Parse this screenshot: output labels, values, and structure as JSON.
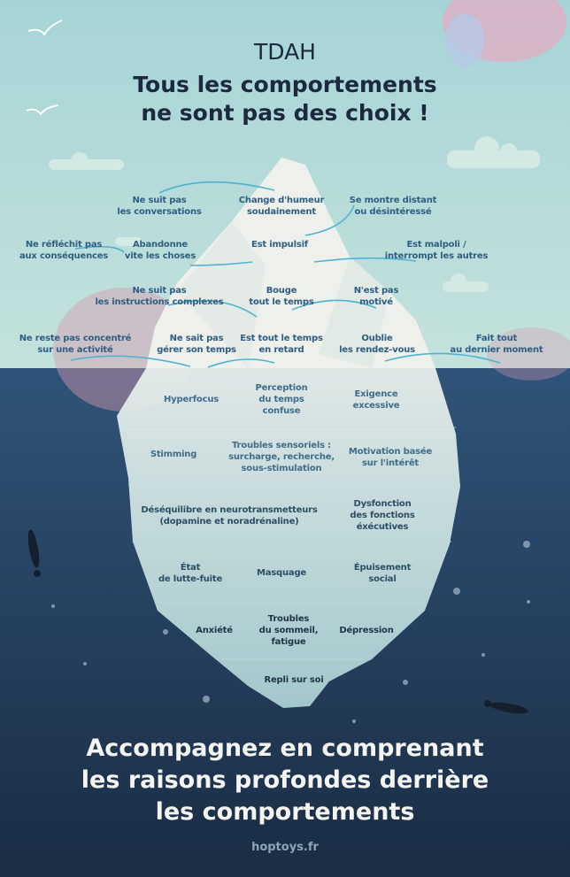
{
  "header": {
    "kicker": "TDAH",
    "title": "Tous les comportements\nne sont pas des choix !"
  },
  "visible_behaviours": [
    {
      "text": "Ne suit pas\nles conversations"
    },
    {
      "text": "Change d'humeur\nsoudainement"
    },
    {
      "text": "Se montre distant\nou désintéressé"
    },
    {
      "text": "Ne réfléchit pas\naux conséquences"
    },
    {
      "text": "Abandonne\nvite les choses"
    },
    {
      "text": "Est impulsif"
    },
    {
      "text": "Est malpoli /\ninterrompt les autres"
    },
    {
      "text": "Ne suit pas\nles instructions complexes"
    },
    {
      "text": "Bouge\ntout le temps"
    },
    {
      "text": "N'est pas\nmotivé"
    },
    {
      "text": "Ne reste pas concentré\nsur une activité"
    },
    {
      "text": "Ne sait pas\ngérer son temps"
    },
    {
      "text": "Est tout le temps\nen retard"
    },
    {
      "text": "Oublie\nles rendez-vous"
    },
    {
      "text": "Fait tout\nau dernier moment"
    }
  ],
  "hidden_causes": [
    {
      "text": "Hyperfocus"
    },
    {
      "text": "Perception\ndu temps\nconfuse"
    },
    {
      "text": "Exigence\nexcessive"
    },
    {
      "text": "Stimming"
    },
    {
      "text": "Troubles sensoriels :\nsurcharge, recherche,\nsous-stimulation"
    },
    {
      "text": "Motivation basée\nsur l'intérêt"
    },
    {
      "text": "Déséquilibre en neurotransmetteurs\n(dopamine et noradrénaline)"
    },
    {
      "text": "Dysfonction\ndes fonctions\néxécutives"
    },
    {
      "text": "État\nde lutte-fuite"
    },
    {
      "text": "Masquage"
    },
    {
      "text": "Épuisement\nsocial"
    },
    {
      "text": "Anxiété"
    },
    {
      "text": "Troubles\ndu sommeil,\nfatigue"
    },
    {
      "text": "Dépression"
    },
    {
      "text": "Repli sur soi"
    }
  ],
  "footer": {
    "message": "Accompagnez en comprenant\nles raisons profondes derrière\nles comportements",
    "brand": "hoptoys.fr"
  },
  "colors": {
    "sky": "#b5dcd9",
    "water": "#22395a",
    "ice": "#eef2ee",
    "text": "#2f5e82"
  }
}
